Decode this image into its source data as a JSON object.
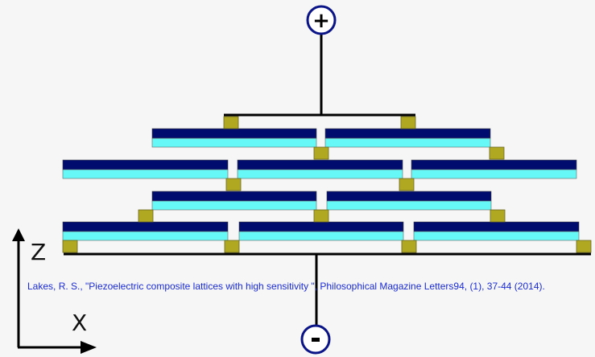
{
  "diagram": {
    "title": "Piezoelectric composite lattice",
    "terminals": {
      "positive": {
        "symbol": "+",
        "label": "positive-terminal"
      },
      "negative": {
        "symbol": "-",
        "label": "negative-terminal"
      }
    },
    "axes": {
      "vertical_label": "Z",
      "horizontal_label": "X"
    },
    "colors": {
      "background": "#f6f6f6",
      "layer_top": "#000c6e",
      "layer_bottom": "#66f8f6",
      "joint": "#b0a820",
      "wire": "#000000",
      "terminal_ring": "#0a1486",
      "citation_text": "#1a2bd6"
    },
    "rows": [
      {
        "name": "row-1",
        "element_count": 2
      },
      {
        "name": "row-2",
        "element_count": 3
      },
      {
        "name": "row-3",
        "element_count": 2
      },
      {
        "name": "row-4",
        "element_count": 3
      }
    ]
  },
  "citation": "Lakes, R. S., \"Piezoelectric composite lattices with high sensitivity \", Philosophical Magazine Letters94, (1), 37-44 (2014)."
}
